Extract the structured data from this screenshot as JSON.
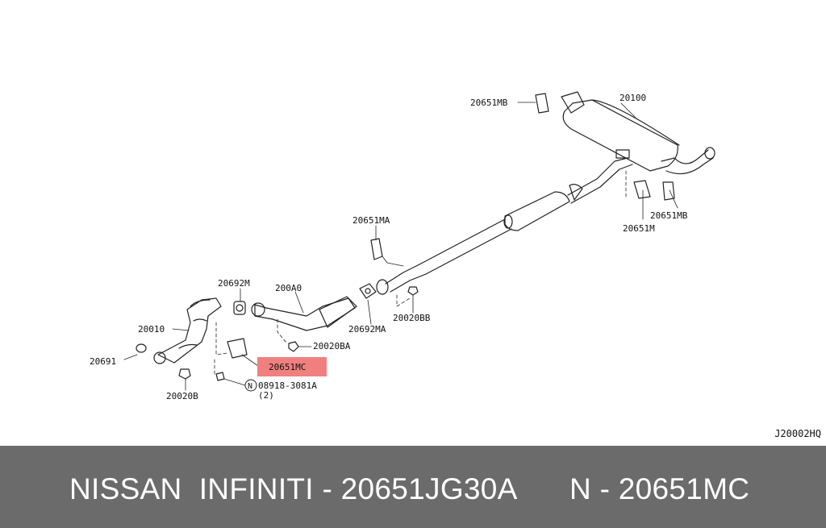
{
  "labels": {
    "muffler": "20100",
    "mount_mb_top": "20651MB",
    "mount_mb_right": "20651MB",
    "mount_m": "20651M",
    "mount_ma": "20651MA",
    "gasket_ma": "20692MA",
    "nut_bb": "20020BB",
    "gasket_m": "20692M",
    "catalyst": "200A0",
    "front_tube": "20010",
    "ring": "20691",
    "nut_b": "20020B",
    "nut_ba": "20020BA",
    "mount_mc": "20651MC",
    "bolt_code": "08918-3081A",
    "bolt_qty": "(2)",
    "bolt_symbol": "N"
  },
  "highlight_color": "#f08080",
  "drawing_code": "J20002HQ",
  "footer": {
    "left": "NISSAN  INFINITI - 20651JG30A",
    "right": "N - 20651MC"
  }
}
